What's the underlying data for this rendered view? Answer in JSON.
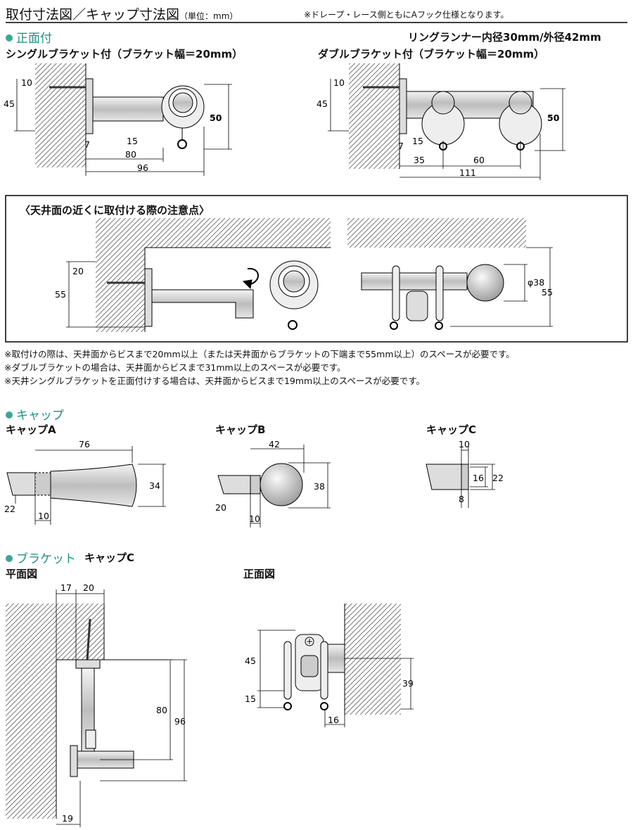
{
  "header": {
    "title": "取付寸法図／キャップ寸法図",
    "unit": "（単位：mm）",
    "note": "※ドレープ・レース側ともにAフック仕様となります。"
  },
  "front": {
    "heading": "正面付",
    "ring_spec": "リングランナー内径30mm/外径42mm",
    "single": {
      "label": "シングルブラケット付（ブラケット幅＝20mm）",
      "dims": [
        "10",
        "45",
        "50",
        "15",
        "7",
        "80",
        "96"
      ]
    },
    "double": {
      "label": "ダブルブラケット付（ブラケット幅＝20mm）",
      "dims": [
        "10",
        "45",
        "50",
        "15",
        "7",
        "35",
        "60",
        "111"
      ]
    }
  },
  "ceiling": {
    "title": "〈天井面の近くに取付ける際の注意点〉",
    "dims_left": [
      "20",
      "55"
    ],
    "dims_right": [
      "φ38",
      "55"
    ],
    "warnings": [
      "※取付けの際は、天井面からビスまで20mm以上（または天井面からブラケットの下端まで55mm以上）のスペースが必要です。",
      "※ダブルブラケットの場合は、天井面からビスまで31mm以上のスペースが必要です。",
      "※天井シングルブラケットを正面付けする場合は、天井面からビスまで19mm以上のスペースが必要です。"
    ]
  },
  "caps": {
    "heading": "キャップ",
    "a": {
      "label": "キャップA",
      "dims": [
        "76",
        "34",
        "22",
        "10"
      ]
    },
    "b": {
      "label": "キャップB",
      "dims": [
        "42",
        "38",
        "20",
        "10"
      ]
    },
    "c": {
      "label": "キャップC",
      "dims": [
        "10",
        "16",
        "22",
        "8"
      ]
    }
  },
  "bracket": {
    "heading": "ブラケット",
    "cap_label": "キャップC",
    "plan_label": "平面図",
    "plan_dims": [
      "17",
      "20",
      "80",
      "96",
      "19"
    ],
    "front_label": "正面図",
    "front_dims": [
      "45",
      "15",
      "39",
      "16"
    ]
  }
}
